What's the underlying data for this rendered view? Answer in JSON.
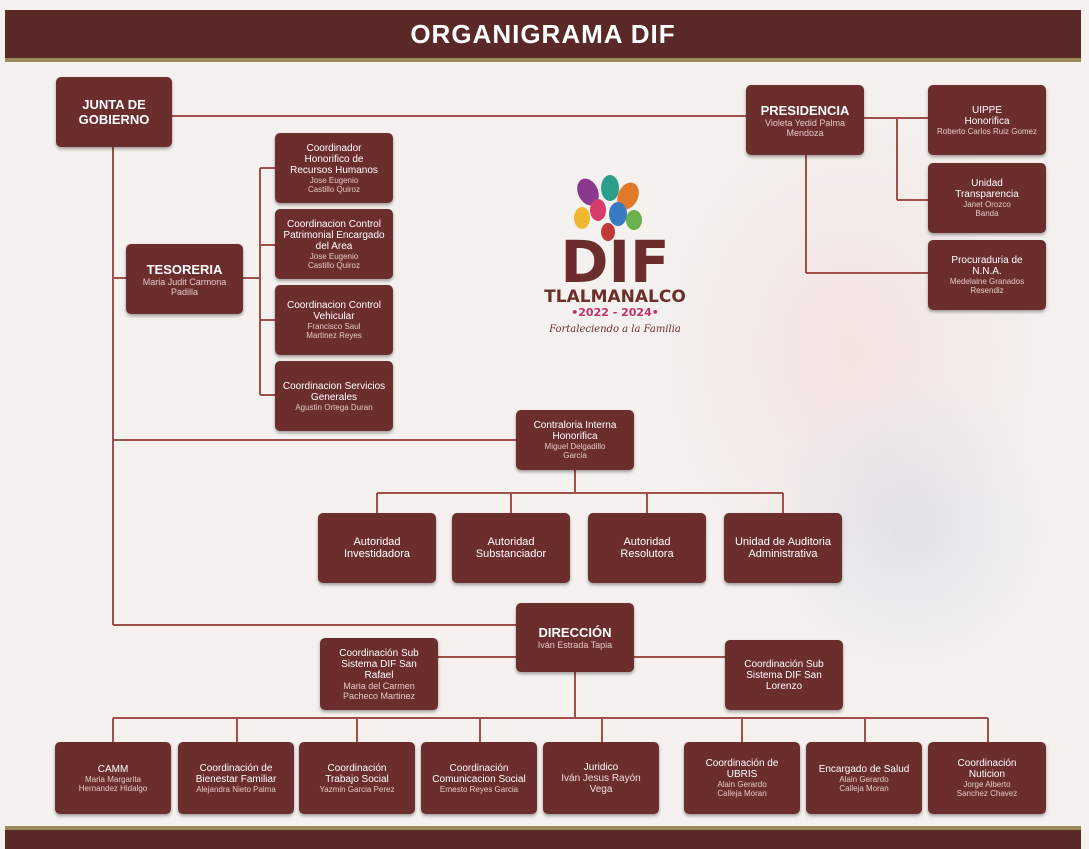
{
  "header": {
    "title": "ORGANIGRAMA DIF"
  },
  "logo": {
    "letters": "DIF",
    "name": "TLALMANALCO",
    "years": "•2022 - 2024•",
    "slogan": "Fortaleciendo a la Familia"
  },
  "junta": {
    "title": "JUNTA DE GOBIERNO"
  },
  "presidencia": {
    "title": "PRESIDENCIA",
    "person": "Violeta Yedid Palma Mendoza"
  },
  "uippe": {
    "title": "UIPPE Honorifica",
    "person": "Roberto Carlos Ruiz Gomez"
  },
  "transparencia": {
    "title": "Unidad Transparencia",
    "person": "Janet Orozco Banda"
  },
  "procuraduria": {
    "title": "Procuraduria de N.N.A.",
    "person": "Medelaine Granados Resendiz"
  },
  "tesoreria": {
    "title": "TESORERIA",
    "person": "Maria Judit Carmona Padilla"
  },
  "coord_rh": {
    "title": "Coordinador Honorifico de Recursos Humanos",
    "person": "Jose Eugenio Castillo Quiroz"
  },
  "coord_patrimonial": {
    "title": "Coordinacion Control Patrimonial Encargado del Area",
    "person": "Jose Eugenio Castillo Quiroz"
  },
  "coord_vehicular": {
    "title": "Coordinacion Control Vehicular",
    "person": "Francisco Saul Martinez Reyes"
  },
  "coord_servicios": {
    "title": "Coordinacion Servicios Generales",
    "person": "Agustin Ortega Duran"
  },
  "contraloria": {
    "title": "Contraloria Interna Honorifica",
    "person": "Miguel Delgadillo Garcia"
  },
  "autoridad_inv": {
    "title": "Autoridad Investidadora"
  },
  "autoridad_sub": {
    "title": "Autoridad Substanciador"
  },
  "autoridad_res": {
    "title": "Autoridad Resolutora"
  },
  "auditoria": {
    "title": "Unidad de Auditoria Administrativa"
  },
  "direccion": {
    "title": "DIRECCIÓN",
    "person": "Iván Estrada Tapia"
  },
  "sub_san_rafael": {
    "title": "Coordinación Sub Sistema DIF San Rafael",
    "person": "Maria del Carmen Pacheco Martinez"
  },
  "sub_san_lorenzo": {
    "title": "Coordinación Sub Sistema DIF San Lorenzo"
  },
  "camm": {
    "title": "CAMM",
    "person": "Maria Margarita Hernandez Hidalgo"
  },
  "bienestar": {
    "title": "Coordinación de Bienestar Familiar",
    "person": "Alejandra Nieto Palma"
  },
  "trabajo_social": {
    "title": "Coordinación Trabajo Social",
    "person": "Yazmin Garcia Perez"
  },
  "comunicacion": {
    "title": "Coordinación Comunicacion Social",
    "person": "Ernesto Reyes Garcia"
  },
  "juridico": {
    "title": "Juridico",
    "person": "Iván Jesus Rayón Vega"
  },
  "ubris": {
    "title": "Coordinación de UBRIS",
    "person": "Alain Gerardo Calleja Moran"
  },
  "salud": {
    "title": "Encargado de Salud",
    "person": "Alain Gerardo Calleja Moran"
  },
  "nuticion": {
    "title": "Coordinación Nuticion",
    "person": "Jorge Alberto Sanchez Chavez"
  },
  "colors": {
    "box": "#6b2e2c",
    "line": "#a0504a",
    "header": "#5a2826",
    "accent": "#9a8a5a"
  }
}
